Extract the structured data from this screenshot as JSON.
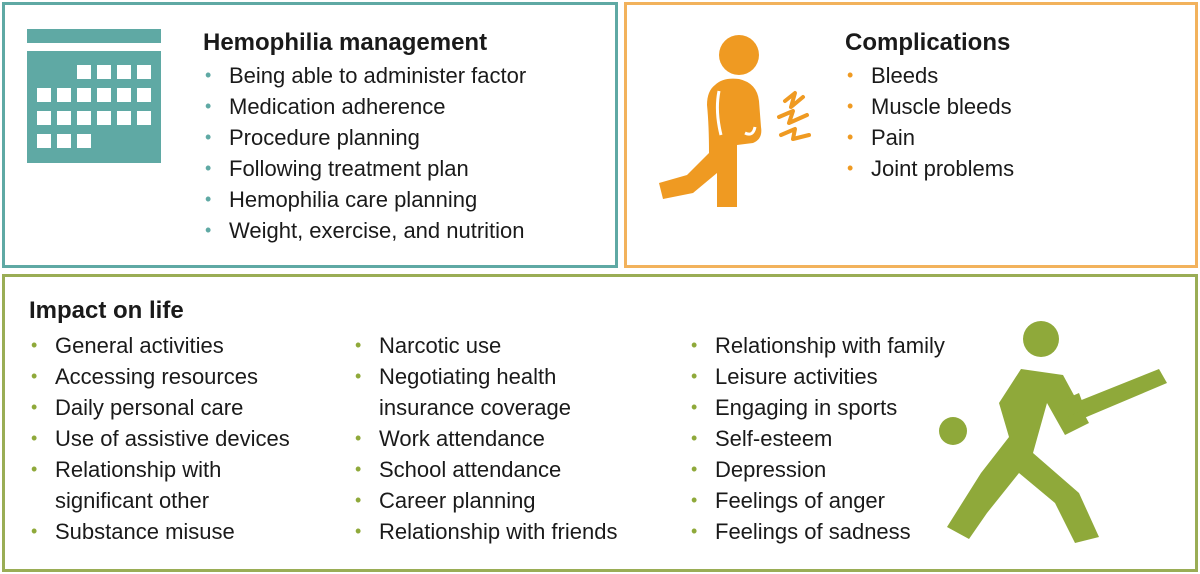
{
  "hemophilia_management": {
    "title": "Hemophilia management",
    "items": [
      "Being able to administer factor",
      "Medication adherence",
      "Procedure planning",
      "Following treatment plan",
      "Hemophilia care planning",
      "Weight, exercise, and nutrition"
    ],
    "icon": "calendar-icon",
    "color": "#5fa9a4"
  },
  "complications": {
    "title": "Complications",
    "items": [
      "Bleeds",
      "Muscle bleeds",
      "Pain",
      "Joint problems"
    ],
    "icon": "kneeling-person-pain-icon",
    "color": "#ef9a22"
  },
  "impact_on_life": {
    "title": "Impact on life",
    "col1": [
      "General activities",
      "Accessing resources",
      "Daily personal care",
      "Use of assistive devices",
      "Relationship with\nsignificant other",
      "Substance misuse"
    ],
    "col2": [
      "Narcotic use",
      "Negotiating health\ninsurance coverage",
      "Work attendance",
      "School attendance",
      "Career planning",
      "Relationship with friends"
    ],
    "col3": [
      "Relationship with family",
      "Leisure activities",
      "Engaging in sports",
      "Self-esteem",
      "Depression",
      "Feelings of anger",
      "Feelings of sadness"
    ],
    "icon": "cricket-player-icon",
    "color": "#8fa93a"
  }
}
